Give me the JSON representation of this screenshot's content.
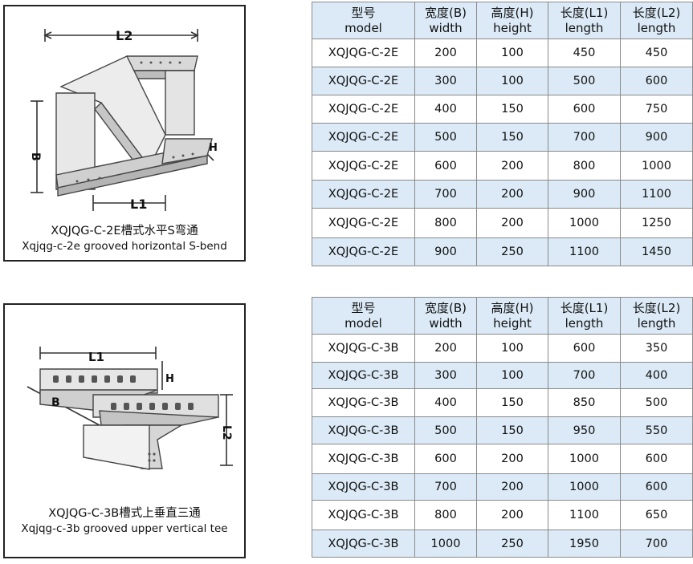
{
  "figure1": {
    "caption_cn": "XQJQG-C-2E槽式水平S弯通",
    "caption_en": "Xqjqg-c-2e grooved horizontal S-bend",
    "labels": {
      "l2": "L2",
      "b": "B",
      "h": "H",
      "l1": "L1"
    }
  },
  "figure2": {
    "caption_cn": "XQJQG-C-3B槽式上垂直三通",
    "caption_en": "Xqjqg-c-3b grooved upper vertical tee",
    "labels": {
      "l1": "L1",
      "h": "H",
      "b": "B",
      "l2": "L2"
    }
  },
  "table1": {
    "headers": [
      {
        "cn": "型号",
        "en": "model"
      },
      {
        "cn": "宽度(B)",
        "en": "width"
      },
      {
        "cn": "高度(H)",
        "en": "height"
      },
      {
        "cn": "长度(L1)",
        "en": "length"
      },
      {
        "cn": "长度(L2)",
        "en": "length"
      }
    ],
    "rows": [
      [
        "XQJQG-C-2E",
        "200",
        "100",
        "450",
        "450"
      ],
      [
        "XQJQG-C-2E",
        "300",
        "100",
        "500",
        "600"
      ],
      [
        "XQJQG-C-2E",
        "400",
        "150",
        "600",
        "750"
      ],
      [
        "XQJQG-C-2E",
        "500",
        "150",
        "700",
        "900"
      ],
      [
        "XQJQG-C-2E",
        "600",
        "200",
        "800",
        "1000"
      ],
      [
        "XQJQG-C-2E",
        "700",
        "200",
        "900",
        "1100"
      ],
      [
        "XQJQG-C-2E",
        "800",
        "200",
        "1000",
        "1250"
      ],
      [
        "XQJQG-C-2E",
        "900",
        "250",
        "1100",
        "1450"
      ]
    ]
  },
  "table2": {
    "headers": [
      {
        "cn": "型号",
        "en": "model"
      },
      {
        "cn": "宽度(B)",
        "en": "width"
      },
      {
        "cn": "高度(H)",
        "en": "height"
      },
      {
        "cn": "长度(L1)",
        "en": "length"
      },
      {
        "cn": "长度(L2)",
        "en": "length"
      }
    ],
    "rows": [
      [
        "XQJQG-C-3B",
        "200",
        "100",
        "600",
        "350"
      ],
      [
        "XQJQG-C-3B",
        "300",
        "100",
        "700",
        "400"
      ],
      [
        "XQJQG-C-3B",
        "400",
        "150",
        "850",
        "500"
      ],
      [
        "XQJQG-C-3B",
        "500",
        "150",
        "950",
        "550"
      ],
      [
        "XQJQG-C-3B",
        "600",
        "200",
        "1000",
        "600"
      ],
      [
        "XQJQG-C-3B",
        "700",
        "200",
        "1000",
        "600"
      ],
      [
        "XQJQG-C-3B",
        "800",
        "200",
        "1100",
        "650"
      ],
      [
        "XQJQG-C-3B",
        "1000",
        "250",
        "1950",
        "700"
      ]
    ]
  }
}
